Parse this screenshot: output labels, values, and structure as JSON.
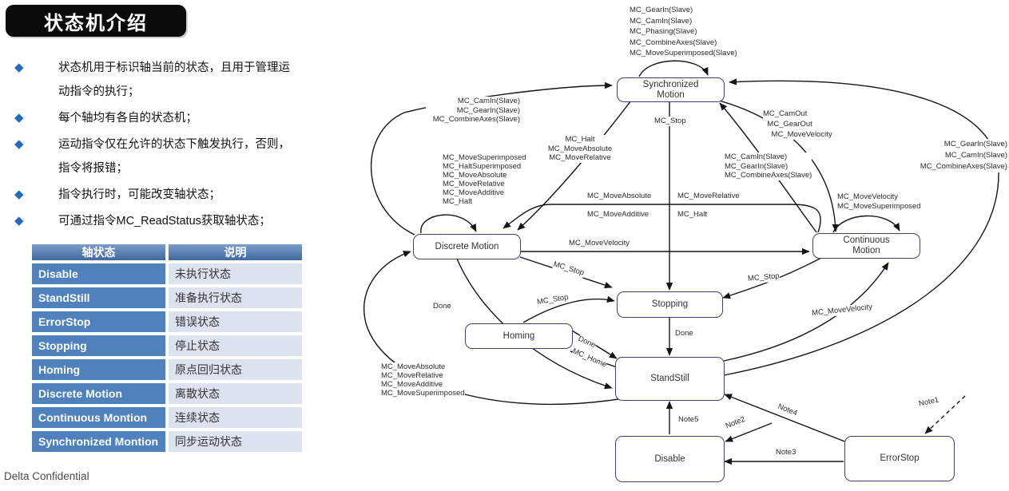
{
  "slide": {
    "title": "状态机介绍",
    "icons": {
      "bullet": "◆"
    },
    "bullets": [
      "状态机用于标识轴当前的状态，且用于管理运\n动指令的执行；",
      "每个轴均有各自的状态机；",
      "运动指令仅在允许的状态下触发执行，否则，\n指令将报错；",
      "指令执行时，可能改变轴状态；",
      "可通过指令MC_ReadStatus获取轴状态；"
    ],
    "table": {
      "headers": [
        "轴状态",
        "说明"
      ],
      "rows": [
        [
          "Disable",
          "未执行状态"
        ],
        [
          "StandStill",
          "准备执行状态"
        ],
        [
          "ErrorStop",
          "错误状态"
        ],
        [
          "Stopping",
          "停止状态"
        ],
        [
          "Homing",
          "原点回归状态"
        ],
        [
          "Discrete Motion",
          "离散状态"
        ],
        [
          "Continuous Montion",
          "连续状态"
        ],
        [
          "Synchronized Montion",
          "同步运动状态"
        ]
      ]
    },
    "footer": "Delta Confidential"
  },
  "diagram": {
    "states": {
      "synchronized": "Synchronized\nMotion",
      "discrete": "Discrete Motion",
      "continuous": "Continuous\nMotion",
      "stopping": "Stopping",
      "homing": "Homing",
      "standstill": "StandStill",
      "disable": "Disable",
      "errorstop": "ErrorStop"
    },
    "labels": {
      "sync_self": "MC_GearIn(Slave)\nMC_CamIn(Slave)\nMC_Phasing(Slave)\nMC_CombineAxes(Slave)\nMC_MoveSuperimposed(Slave)",
      "discrete_to_sync": "MC_CamIn(Slave)\nMC_GearIn(Slave)\nMC_CombineAxes(Slave)",
      "sync_to_discrete": "MC_Halt\nMC_MoveAbsolute\nMC_MoveRelative",
      "discrete_self": "MC_MoveSuperimposed\nMC_HaltSuperimposed\nMC_MoveAbsolute\nMC_MoveRelative\nMC_MoveAdditive\nMC_Halt",
      "sync_stop": "MC_Stop",
      "sync_to_continuous": "MC_CamOut\n  MC_GearOut\n    MC_MoveVelocity",
      "continuous_to_sync": "MC_CamIn(Slave)\nMC_GearIn(Slave)\nMC_CombineAxes(Slave)",
      "standstill_to_sync": "MC_GearIn(Slave)\nMC_CamIn(Slave)\nMC_CombineAxes(Slave)",
      "continuous_self": "MC_MoveVelocity\nMC_MoveSuperimposed",
      "row_move_absolute": "MC_MoveAbsolute",
      "row_move_relative": "MC_MoveRelative",
      "row_move_additive": "MC_MoveAdditive",
      "row_halt": "MC_Halt",
      "discrete_to_continuous": "MC_MoveVelocity",
      "discrete_stop": "MC_Stop",
      "homing_stop": "MC_Stop",
      "continuous_stop": "MC_Stop",
      "stopping_done": "Done",
      "discrete_done": "Done",
      "homing_done": "Done",
      "mc_home": "MC_Home",
      "standstill_to_discrete": "MC_MoveAbsolute\nMC_MoveRelative\nMC_MoveAdditive\nMC_MoveSuperimposed",
      "standstill_to_continuous": "MC_MoveVelocity",
      "note1": "Note1",
      "note2": "Note2",
      "note3": "Note3",
      "note4": "Note4",
      "note5": "Note5"
    }
  }
}
